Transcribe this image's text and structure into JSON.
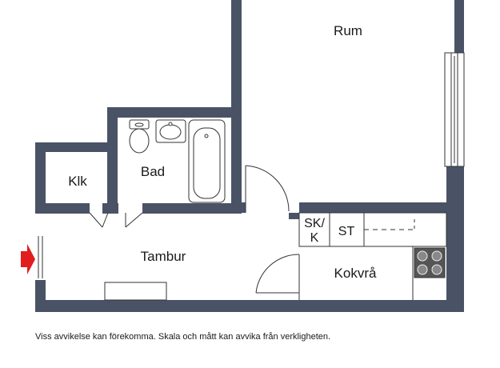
{
  "plan": {
    "rooms": {
      "rum": "Rum",
      "bad": "Bad",
      "klk": "Klk",
      "tambur": "Tambur",
      "kokvra": "Kokvrå",
      "sk_line1": "SK/",
      "sk_line2": "K",
      "st": "ST"
    },
    "colors": {
      "wall": "#4a5366",
      "fixture_stroke": "#333333",
      "entrance_arrow": "#e11d1d",
      "stove": "#555555"
    }
  },
  "disclaimer": "Viss avvikelse kan förekomma. Skala och mått kan avvika från verkligheten."
}
